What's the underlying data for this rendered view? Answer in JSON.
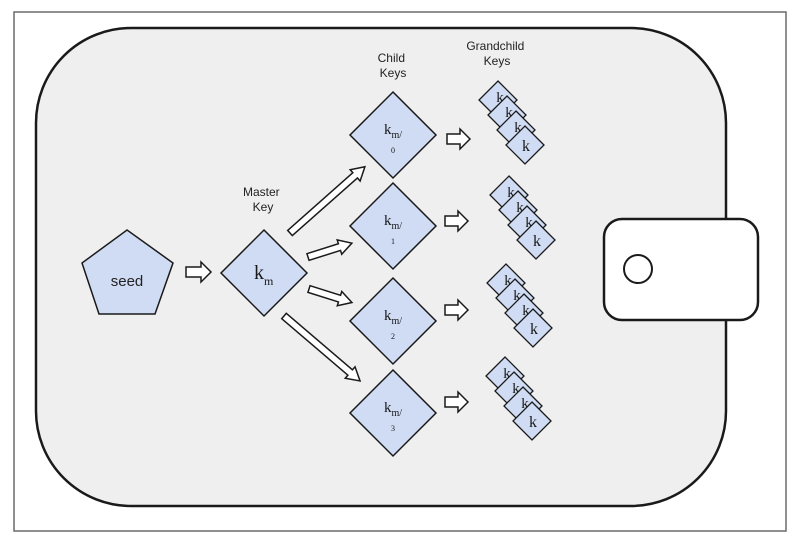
{
  "labels": {
    "seed": "seed",
    "master_line1": "Master",
    "master_line2": "Key",
    "child_line1": "Child",
    "child_line2": "Keys",
    "grandchild_line1": "Grandchild",
    "grandchild_line2": "Keys"
  },
  "master_key": {
    "base": "k",
    "sub": "m"
  },
  "child_keys": [
    {
      "base": "k",
      "sub": "m/",
      "index": "0"
    },
    {
      "base": "k",
      "sub": "m/",
      "index": "1"
    },
    {
      "base": "k",
      "sub": "m/",
      "index": "2"
    },
    {
      "base": "k",
      "sub": "m/",
      "index": "3"
    }
  ],
  "grandchild_keys": [
    {
      "stack_label": "k",
      "partial_label": "k"
    },
    {
      "stack_label": "k",
      "partial_label": "k"
    },
    {
      "stack_label": "k",
      "partial_label": "k"
    },
    {
      "stack_label": "k",
      "partial_label": "k"
    }
  ],
  "colors": {
    "node_fill": "#cfdcf3",
    "stroke": "#1a1a1a",
    "wallet_fill": "#efefef"
  }
}
